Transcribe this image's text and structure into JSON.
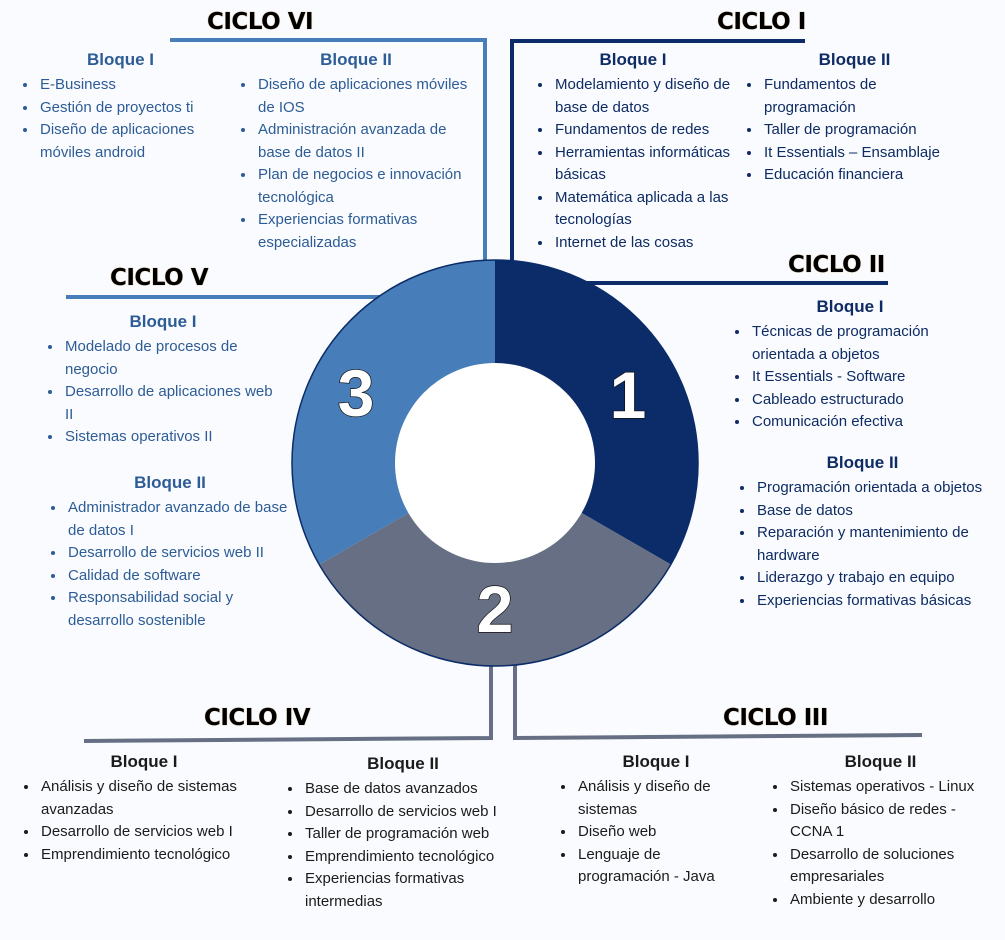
{
  "colors": {
    "ciclo1": "#0b2c68",
    "ciclo2": "#666f83",
    "ciclo3": "#477db9",
    "text_blue": "#2d5c96",
    "text_navy": "#0e2b63",
    "text_dark": "#1b1b1b"
  },
  "donut": {
    "segments": [
      {
        "label": "1",
        "fraction": 0.3333,
        "color": "#0b2c68"
      },
      {
        "label": "2",
        "fraction": 0.3333,
        "color": "#666f83"
      },
      {
        "label": "3",
        "fraction": 0.3334,
        "color": "#477db9"
      }
    ]
  },
  "ciclos": {
    "vi": {
      "title": "CICLO VI",
      "bloque1": {
        "title": "Bloque I",
        "items": [
          "E-Business",
          "Gestión de proyectos ti",
          "Diseño de aplicaciones móviles android"
        ]
      },
      "bloque2": {
        "title": "Bloque II",
        "items": [
          "Diseño de aplicaciones móviles de IOS",
          "Administración avanzada de base de datos II",
          "Plan de negocios e innovación tecnológica",
          "Experiencias formativas especializadas"
        ]
      }
    },
    "i": {
      "title": "CICLO I",
      "bloque1": {
        "title": "Bloque I",
        "items": [
          "Modelamiento y diseño de base de datos",
          "Fundamentos de redes",
          "Herramientas informáticas básicas",
          "Matemática aplicada a las tecnologías",
          "Internet de las cosas"
        ]
      },
      "bloque2": {
        "title": "Bloque II",
        "items": [
          "Fundamentos de programación",
          "Taller de programación",
          "It Essentials – Ensamblaje",
          "Educación financiera"
        ]
      }
    },
    "v": {
      "title": "CICLO V",
      "bloque1": {
        "title": "Bloque I",
        "items": [
          "Modelado de procesos de negocio",
          "Desarrollo de aplicaciones web II",
          "Sistemas operativos II"
        ]
      },
      "bloque2": {
        "title": "Bloque II",
        "items": [
          "Administrador avanzado de base de datos I",
          "Desarrollo de servicios web II",
          "Calidad de software",
          "Responsabilidad social y desarrollo sostenible"
        ]
      }
    },
    "ii": {
      "title": "CICLO II",
      "bloque1": {
        "title": "Bloque I",
        "items": [
          "Técnicas de programación orientada a objetos",
          "It Essentials - Software",
          "Cableado estructurado",
          "Comunicación efectiva"
        ]
      },
      "bloque2": {
        "title": "Bloque II",
        "items": [
          "Programación orientada a objetos",
          "Base de datos",
          "Reparación y mantenimiento de hardware",
          "Liderazgo y trabajo en equipo",
          "Experiencias formativas básicas"
        ]
      }
    },
    "iv": {
      "title": "CICLO IV",
      "bloque1": {
        "title": "Bloque I",
        "items": [
          "Análisis y diseño de sistemas avanzadas",
          "Desarrollo de servicios web I",
          "Emprendimiento tecnológico"
        ]
      },
      "bloque2": {
        "title": "Bloque II",
        "items": [
          "Base de datos avanzados",
          "Desarrollo de servicios web I",
          "Taller de programación web",
          "Emprendimiento tecnológico",
          "Experiencias formativas intermedias"
        ]
      }
    },
    "iii": {
      "title": "CICLO III",
      "bloque1": {
        "title": "Bloque I",
        "items": [
          "Análisis y diseño de sistemas",
          "Diseño web",
          "Lenguaje de programación - Java"
        ]
      },
      "bloque2": {
        "title": "Bloque II",
        "items": [
          "Sistemas operativos - Linux",
          "Diseño básico de redes - CCNA 1",
          "Desarrollo de soluciones empresariales",
          "Ambiente y desarrollo"
        ]
      }
    }
  }
}
